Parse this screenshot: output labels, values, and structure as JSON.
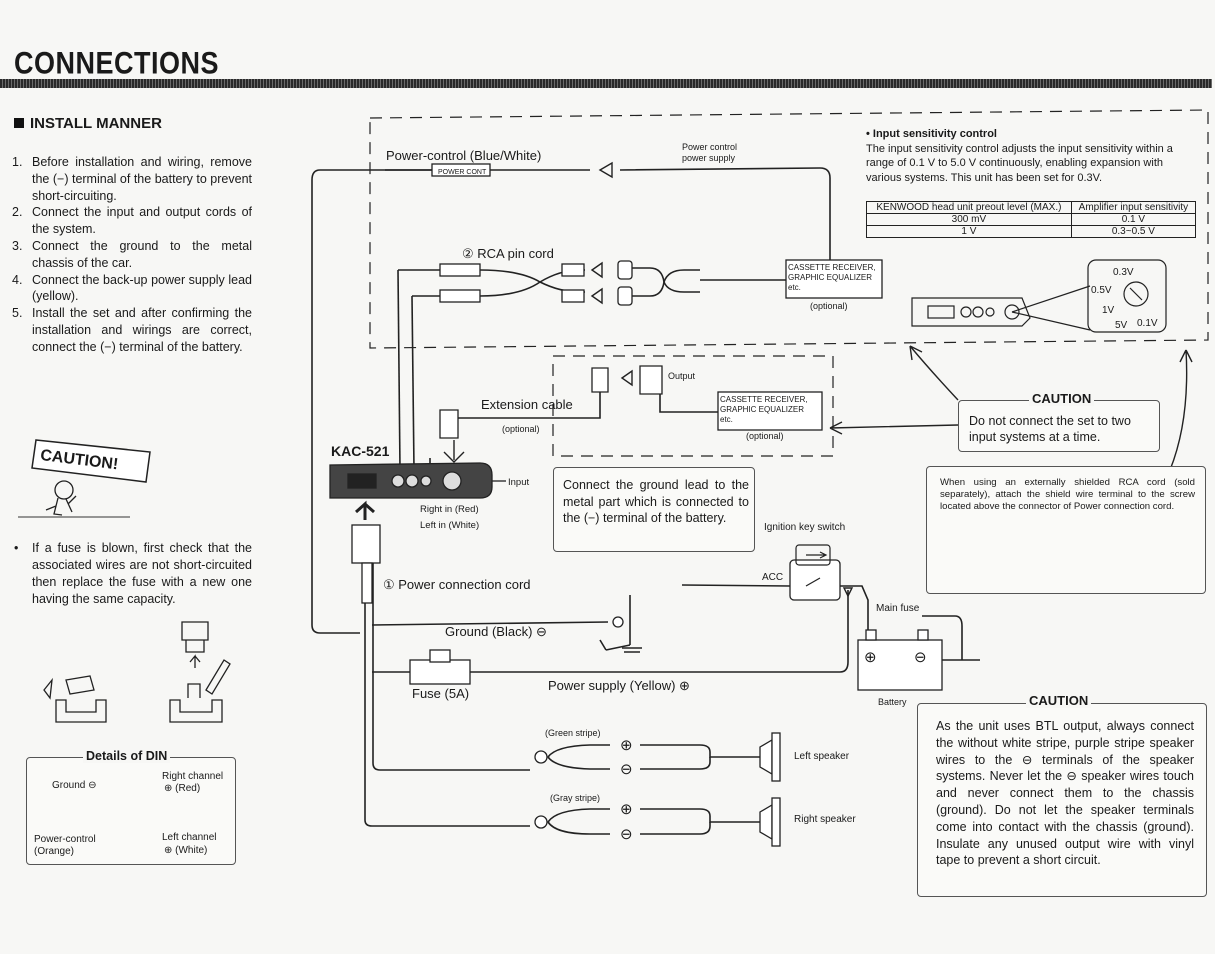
{
  "page": {
    "title": "CONNECTIONS"
  },
  "install": {
    "heading": "INSTALL MANNER",
    "steps": [
      {
        "n": "1.",
        "text": "Before installation and wiring, remove the (−) terminal of the battery to prevent short-circuiting."
      },
      {
        "n": "2.",
        "text": "Connect the input and output cords of the system."
      },
      {
        "n": "3.",
        "text": "Connect the ground to the metal chassis of the car."
      },
      {
        "n": "4.",
        "text": "Connect the back-up power supply lead (yellow)."
      },
      {
        "n": "5.",
        "text": "Install the set and after confirming the installation and wirings are correct, connect the (−) terminal of the battery."
      }
    ],
    "caution_sign": "CAUTION!",
    "fuse_note": "If a fuse is blown, first check that the associated wires are not short-circuited then replace the fuse with a new one having the same capacity."
  },
  "din": {
    "heading": "Details of DIN",
    "ground": "Ground ⊖",
    "right_channel": "Right channel",
    "right_plus": "⊕ (Red)",
    "power_control": "Power-control",
    "power_control_color": "(Orange)",
    "left_channel": "Left channel",
    "left_plus": "⊕ (White)"
  },
  "diagram": {
    "power_control_label": "Power-control (Blue/White)",
    "power_cont_tag": "POWER CONT",
    "power_control_supply_1": "Power control",
    "power_control_supply_2": "power supply",
    "rca_cord": "② RCA pin cord",
    "cassette_1": "CASSETTE RECEIVER,",
    "cassette_2": "GRAPHIC EQUALIZER",
    "cassette_3": "etc.",
    "optional": "(optional)",
    "output": "Output",
    "extension_cable": "Extension cable",
    "ext_optional": "(optional)",
    "model": "KAC-521",
    "input": "Input",
    "right_in": "Right in (Red)",
    "left_in": "Left in (White)",
    "power_cord": "① Power connection cord",
    "ground_black": "Ground (Black) ⊖",
    "fuse": "Fuse (5A)",
    "power_supply": "Power supply (Yellow) ⊕",
    "ignition": "Ignition key switch",
    "acc": "ACC",
    "main_fuse": "Main fuse",
    "battery": "Battery",
    "green_stripe": "(Green stripe)",
    "gray_stripe": "(Gray stripe)",
    "left_speaker": "Left speaker",
    "right_speaker": "Right speaker",
    "plus": "⊕",
    "minus": "⊖",
    "knob_03": "0.3V",
    "knob_05": "0.5V",
    "knob_1": "1V",
    "knob_5": "5V",
    "knob_01": "0.1V"
  },
  "input_sensitivity": {
    "heading": "• Input sensitivity control",
    "body": "The input sensitivity control adjusts the input sensitivity within a range of 0.1 V to 5.0 V continuously, enabling expansion with various systems. This unit has been set for 0.3V.",
    "col1": "KENWOOD head unit preout level (MAX.)",
    "col2": "Amplifier input sensitivity",
    "rows": [
      [
        "300 mV",
        "0.1 V"
      ],
      [
        "1 V",
        "0.3~0.5 V"
      ]
    ]
  },
  "ground_note": "Connect the ground lead to the metal part which is connected to the (−) terminal of the battery.",
  "caution1": {
    "heading": "CAUTION",
    "body": "Do not connect the set to two input systems at a time."
  },
  "shield_note": "When using an externally shielded RCA cord (sold separately), attach the shield wire terminal to the screw located above the connector of Power connection cord.",
  "caution2": {
    "heading": "CAUTION",
    "body": "As the unit uses BTL output, always connect the without white stripe, purple stripe speaker wires to the ⊖ terminals of the speaker systems. Never let the ⊖ speaker wires touch and never connect them to the chassis (ground). Do not let the speaker terminals come into contact with the chassis (ground). Insulate any unused output wire with vinyl tape to prevent a short circuit."
  }
}
